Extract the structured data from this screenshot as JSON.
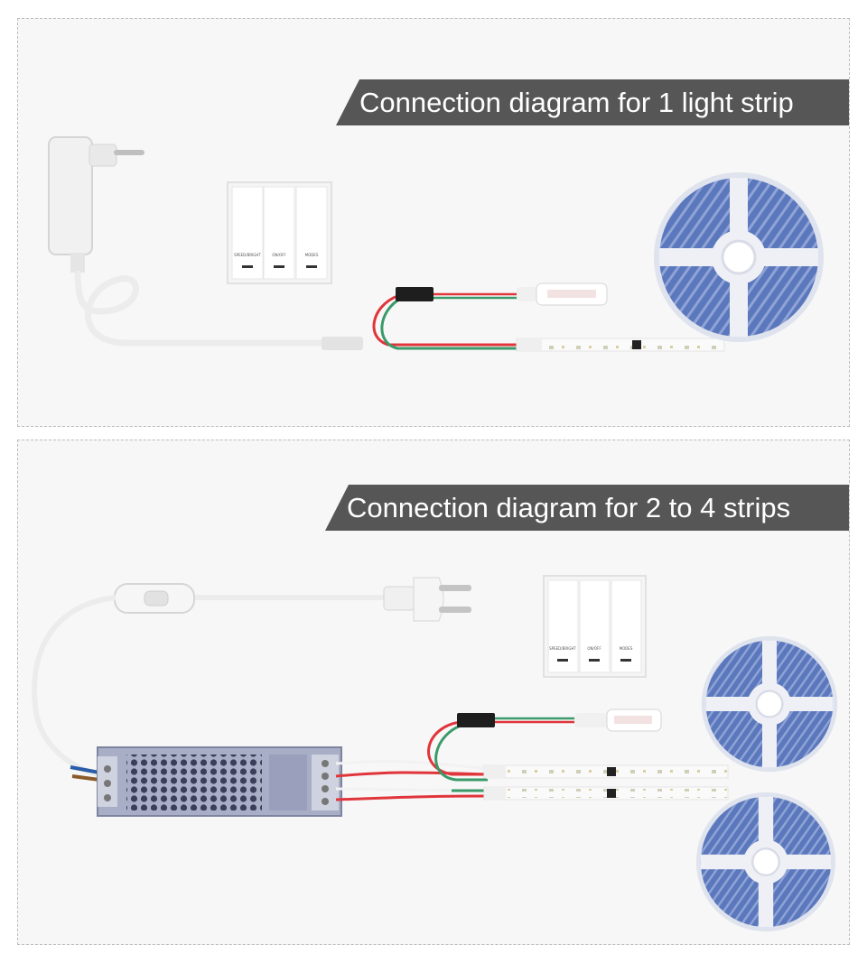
{
  "diagram_1": {
    "title": "Connection diagram for 1 light strip",
    "switch_labels": [
      "SPEED/BRIGHT",
      "ON/OFF",
      "MODES"
    ]
  },
  "diagram_2": {
    "title": "Connection diagram for 2 to 4 strips",
    "switch_labels": [
      "SPEED/BRIGHT",
      "ON/OFF",
      "MODES"
    ]
  },
  "colors": {
    "banner": "#565656",
    "banner_text": "#ffffff",
    "strip_led": "#5b78bd",
    "wire_red": "#e0353b",
    "wire_green": "#3a9a6a",
    "psu_body": "#a8aec6"
  }
}
